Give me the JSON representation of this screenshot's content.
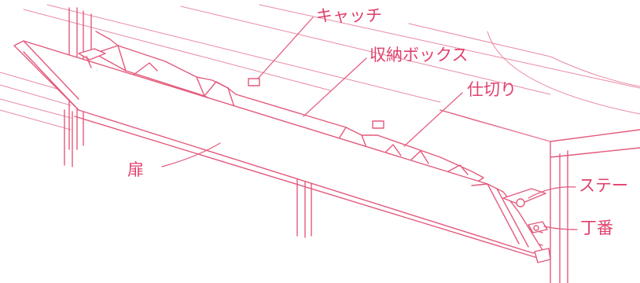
{
  "labels": {
    "catch": "キャッチ",
    "storage_box": "収納ボックス",
    "divider": "仕切り",
    "door": "扉",
    "stay": "ステー",
    "hinge": "丁番"
  },
  "colors": {
    "line": "#e35a7c",
    "text": "#e0406c",
    "background": "#ffffff"
  }
}
